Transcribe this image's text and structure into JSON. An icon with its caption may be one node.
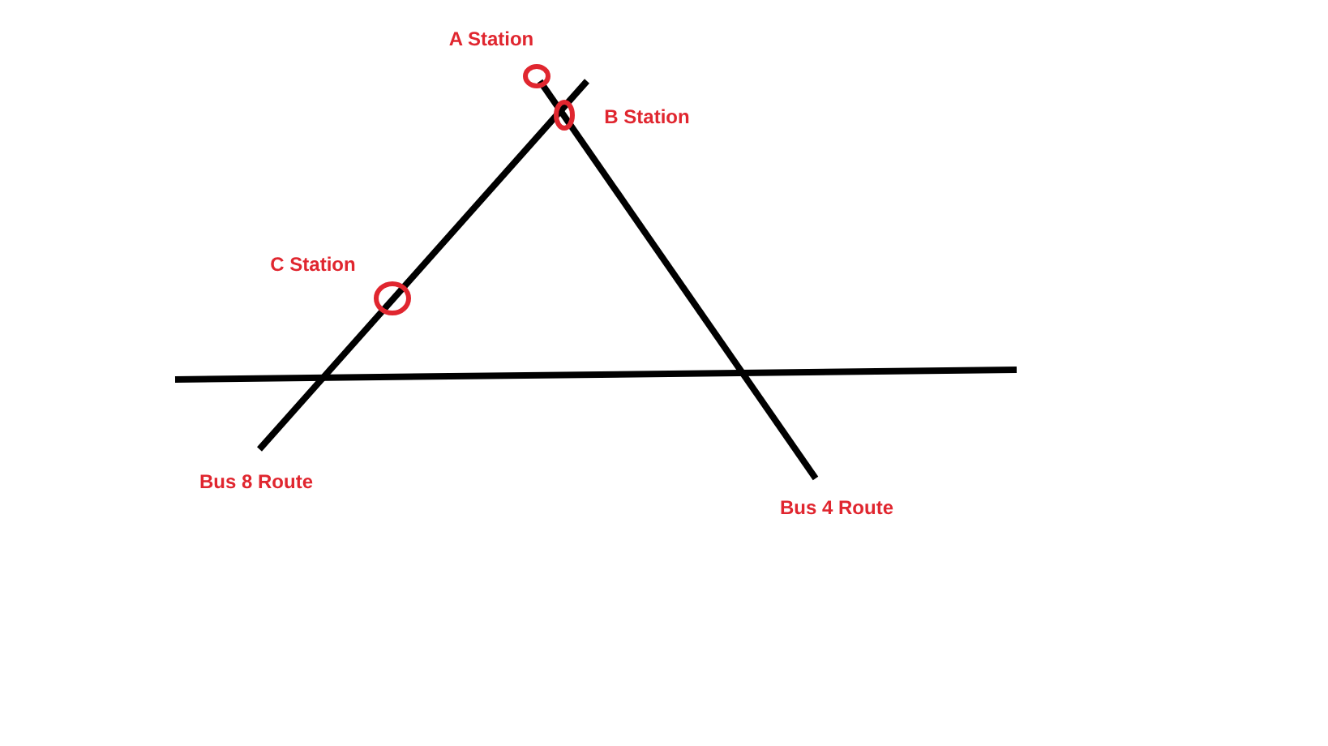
{
  "diagram": {
    "nodes": [
      {
        "text": [],
        "shape": "circle",
        "beside": [
          "A Station"
        ]
      },
      {
        "text": [],
        "shape": "circle",
        "beside": [
          "B Station"
        ]
      },
      {
        "text": [],
        "shape": "circle",
        "beside": [
          "C Station"
        ]
      }
    ],
    "labels": [
      "Bus 8 Route",
      "Bus 4 Route"
    ]
  }
}
